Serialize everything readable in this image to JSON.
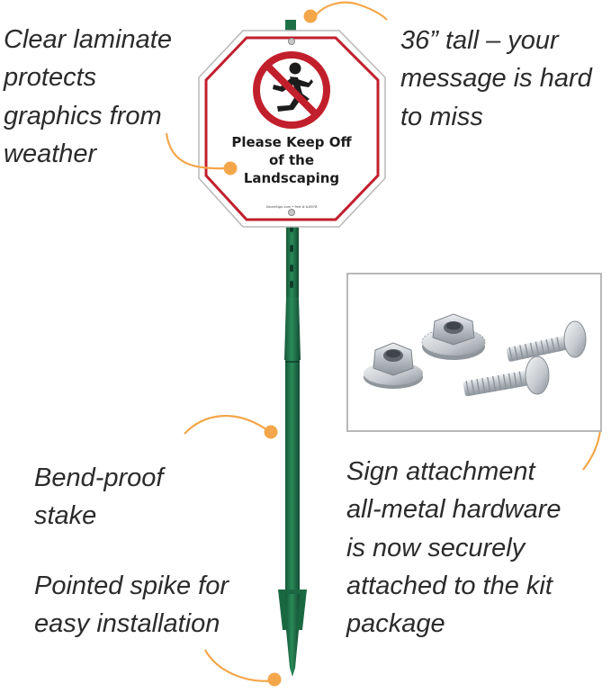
{
  "callouts": {
    "laminate": [
      "Clear laminate",
      "protects",
      "graphics from",
      "weather"
    ],
    "height": [
      "36” tall – your",
      "message is hard",
      "to miss"
    ],
    "stake": [
      "Bend-proof",
      "stake"
    ],
    "spike": [
      "Pointed spike for",
      "easy installation"
    ],
    "hardware": [
      "Sign attachment",
      "all-metal hardware",
      "is now securely",
      "attached to the kit",
      "package"
    ]
  },
  "sign": {
    "lines": [
      "Please Keep Off",
      "of the",
      "Landscaping"
    ],
    "fine_print": "SmartSign.com • Part # K-8978",
    "symbol": "no-walking-person-icon"
  },
  "colors": {
    "callout_accent": "#f4a64a",
    "sign_border": "#c21f2c",
    "stake": "#1f6f46",
    "hardware_metal": "#b9bec4"
  }
}
